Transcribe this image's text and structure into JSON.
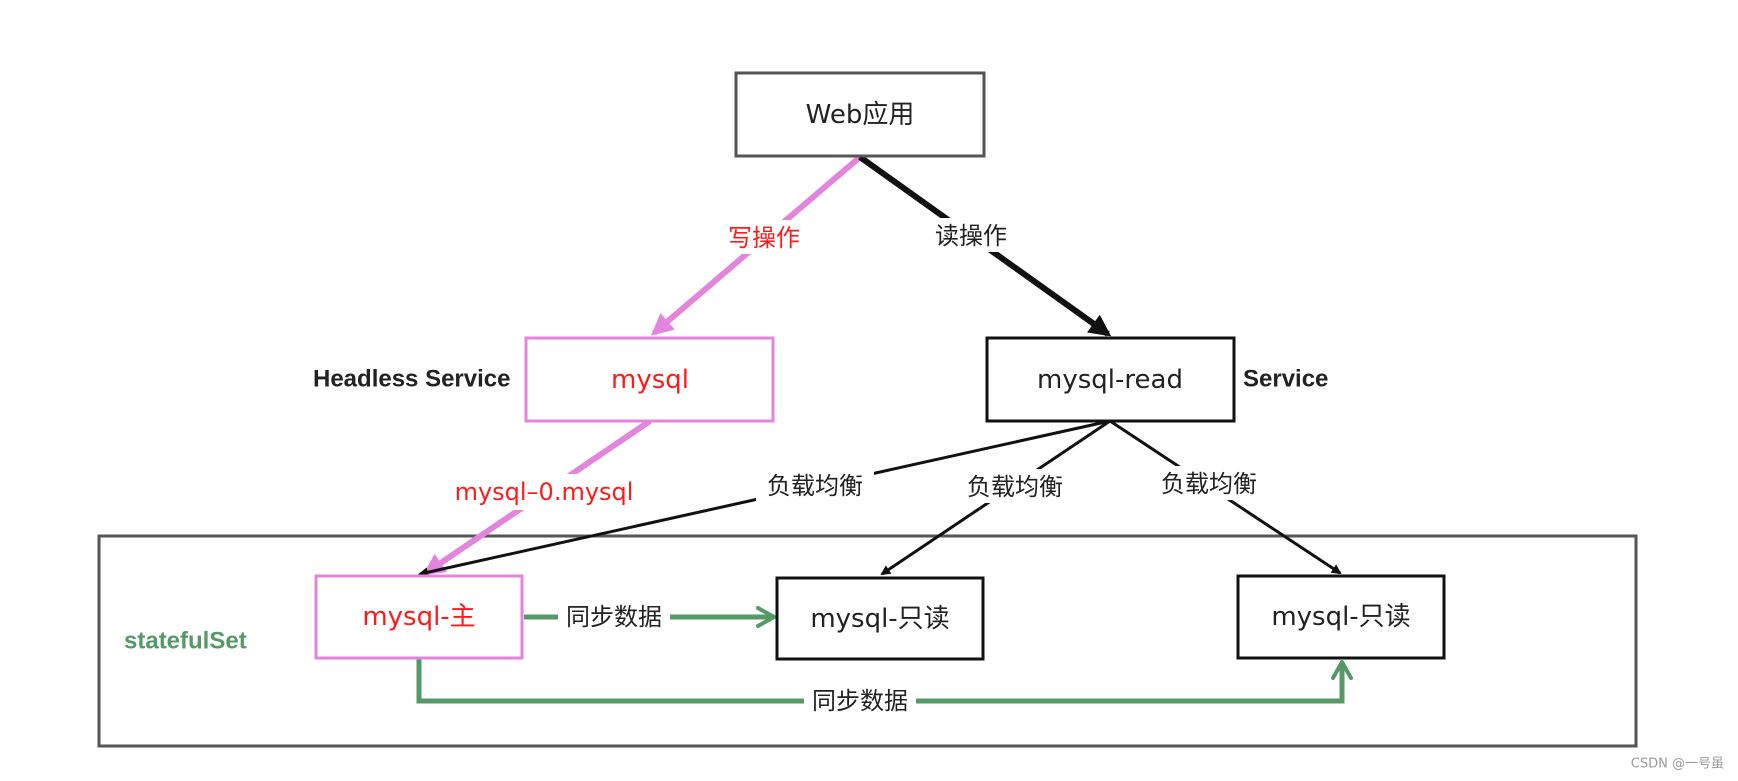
{
  "colors": {
    "black": "#111111",
    "frame_gray": "#555555",
    "write_pink": "#e385dc",
    "red_text": "#ff1a1a",
    "sync_green": "#559966",
    "text": "#222222",
    "watermark": "#999999"
  },
  "nodes": {
    "web": "Web应用",
    "mysql_headless": "mysql",
    "mysql_read": "mysql-read",
    "mysql_master": "mysql-主",
    "mysql_readonly_1": "mysql-只读",
    "mysql_readonly_2": "mysql-只读"
  },
  "side_labels": {
    "headless_service": "Headless Service",
    "service": "Service",
    "stateful_set": "statefulSet"
  },
  "edges": {
    "write_op": "写操作",
    "read_op": "读操作",
    "mysql_dns": "mysql–0.mysql",
    "load_balance_1": "负载均衡",
    "load_balance_2": "负载均衡",
    "load_balance_3": "负载均衡",
    "sync_1": "同步数据",
    "sync_2": "同步数据"
  },
  "watermark": "CSDN @一号虽"
}
